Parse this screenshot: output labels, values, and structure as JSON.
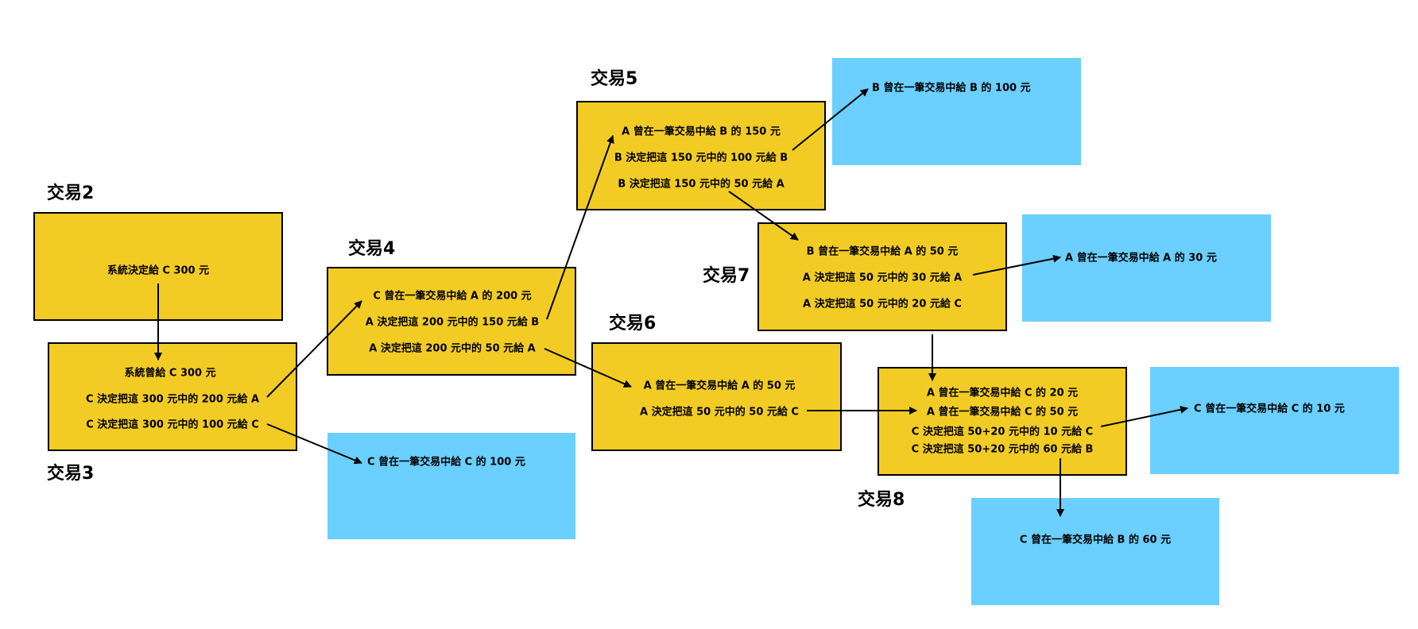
{
  "labels": {
    "t2": "交易2",
    "t3": "交易3",
    "t4": "交易4",
    "t5": "交易5",
    "t6": "交易6",
    "t7": "交易7",
    "t8": "交易8"
  },
  "tx2": [
    "系統決定給 C 300 元"
  ],
  "tx3": [
    "系統曾給 C 300 元",
    "C 決定把這 300 元中的 200 元給 A",
    "C 決定把這 300 元中的 100 元給 C"
  ],
  "tx4": [
    "C 曾在一筆交易中給 A 的 200 元",
    "A 決定把這 200 元中的 150 元給 B",
    "A 決定把這 200 元中的 50 元給 A"
  ],
  "tx5": [
    "A 曾在一筆交易中給 B 的 150 元",
    "B 決定把這 150 元中的 100 元給 B",
    "B 決定把這 150 元中的 50 元給 A"
  ],
  "tx6": [
    "A 曾在一筆交易中給 A 的 50 元",
    "A 決定把這 50 元中的 50 元給 C"
  ],
  "tx7": [
    "B 曾在一筆交易中給 A 的 50 元",
    "A 決定把這 50 元中的 30 元給 A",
    "A 決定把這 50 元中的 20 元給 C"
  ],
  "tx8": [
    "A 曾在一筆交易中給 C 的 20 元",
    "A 曾在一筆交易中給 C 的 50 元",
    "C 決定把這 50+20 元中的 10 元給 C",
    "C 決定把這 50+20 元中的 60 元給 B"
  ],
  "outputs": {
    "c100": "C 曾在一筆交易中給 C 的 100 元",
    "b100": "B 曾在一筆交易中給 B 的 100 元",
    "a30": "A 曾在一筆交易中給 A 的 30 元",
    "c10": "C 曾在一筆交易中給 C 的 10 元",
    "b60": "C 曾在一筆交易中給 B 的 60 元"
  },
  "colors": {
    "transaction": "#f2cc24",
    "output": "#6bcfff"
  }
}
